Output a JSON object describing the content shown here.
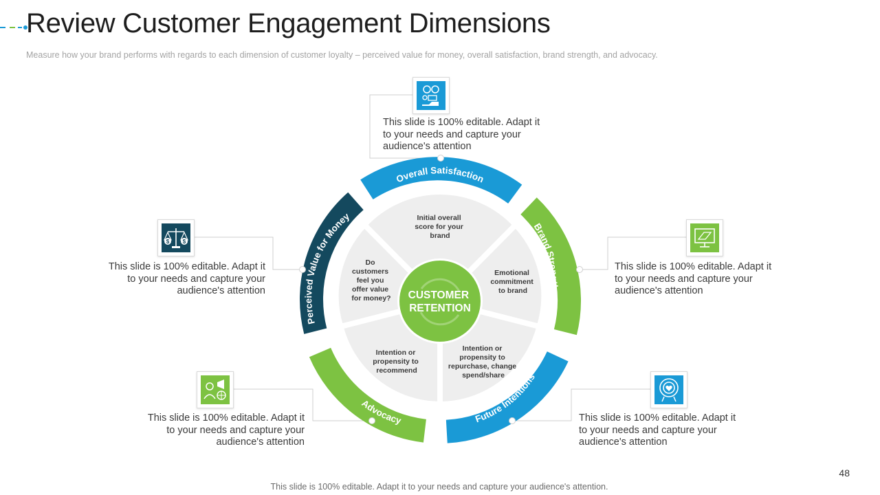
{
  "header": {
    "title": "Review Customer Engagement Dimensions",
    "subtitle": "Measure how your brand performs with regards to each dimension of customer loyalty – perceived value for money, overall satisfaction, brand strength, and advocacy."
  },
  "diagram": {
    "center_label": [
      "CUSTOMER",
      "RETENTION"
    ],
    "ring_labels": {
      "overall_satisfaction": "Overall Satisfaction",
      "brand_strength": "Brand Strength",
      "future_intentions": "Future Intentions",
      "advocacy": "Advocacy",
      "perceived_value": "Perceived Value for Money"
    },
    "segment_texts": {
      "overall_satisfaction": [
        "Initial overall",
        "score for your",
        "brand"
      ],
      "brand_strength": [
        "Emotional",
        "commitment",
        "to brand"
      ],
      "future_intentions": [
        "Intention or",
        "propensity to",
        "repurchase, change",
        "spend/share"
      ],
      "advocacy": [
        "Intention or",
        "propensity to",
        "recommend"
      ],
      "perceived_value": [
        "Do",
        "customers",
        "feel you",
        "offer value",
        "for money?"
      ]
    }
  },
  "callouts": {
    "top": "This slide is 100% editable. Adapt it to your needs and capture your audience's attention",
    "left": "This slide is 100% editable. Adapt it to your needs and capture your audience's attention",
    "right": "This slide is 100% editable. Adapt it to your needs and capture your audience's attention",
    "bottom_left": "This slide is 100% editable. Adapt it to your needs and capture your audience's attention",
    "bottom_right": "This slide is 100% editable. Adapt it to your needs and capture your audience's attention"
  },
  "icons": {
    "top": "satisfaction-feedback-icon",
    "left": "balance-scale-money-icon",
    "right": "brand-presentation-icon",
    "bottom_left": "advocacy-megaphone-icon",
    "bottom_right": "target-heart-icon"
  },
  "colors": {
    "light_blue": "#1a9ad6",
    "green": "#7dc242",
    "dark_navy": "#14495e",
    "segment_gray": "#eeeeee"
  },
  "footer": "This slide is 100% editable. Adapt it to your needs and capture your audience's attention.",
  "page_number": "48"
}
